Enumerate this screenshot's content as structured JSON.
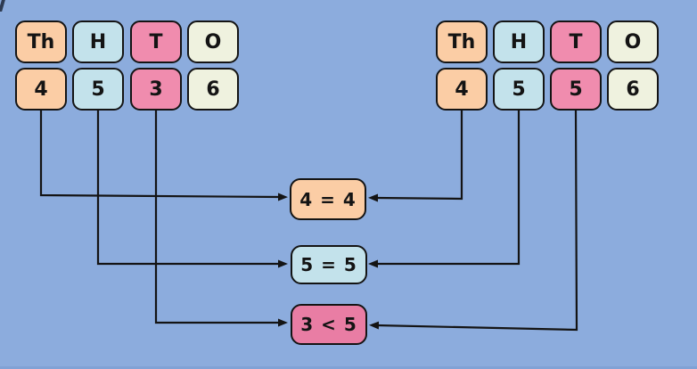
{
  "colors": {
    "background": "#8CACDD",
    "peach": "#FBCDA5",
    "blue": "#C3E2EB",
    "pink": "#F08CAE",
    "pink_deep": "#E97DA4",
    "cream": "#EFF2DF",
    "line": "#141414",
    "text": "#141414",
    "bottom_strip": "#81A2D5"
  },
  "left_number": {
    "columns": [
      {
        "header": "Th",
        "digit": "4",
        "color": "peach"
      },
      {
        "header": "H",
        "digit": "5",
        "color": "blue"
      },
      {
        "header": "T",
        "digit": "3",
        "color": "pink"
      },
      {
        "header": "O",
        "digit": "6",
        "color": "cream"
      }
    ]
  },
  "right_number": {
    "columns": [
      {
        "header": "Th",
        "digit": "4",
        "color": "peach"
      },
      {
        "header": "H",
        "digit": "5",
        "color": "blue"
      },
      {
        "header": "T",
        "digit": "5",
        "color": "pink"
      },
      {
        "header": "O",
        "digit": "6",
        "color": "cream"
      }
    ]
  },
  "comparisons": [
    {
      "text": "4 = 4",
      "color": "peach"
    },
    {
      "text": "5 = 5",
      "color": "blue"
    },
    {
      "text": "3 < 5",
      "color": "pink_deep"
    }
  ]
}
